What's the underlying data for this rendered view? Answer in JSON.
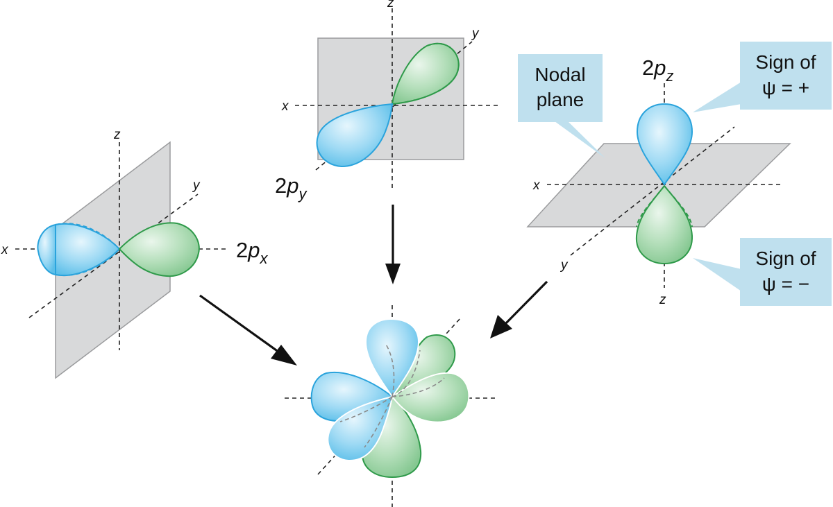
{
  "axes": {
    "x": "x",
    "y": "y",
    "z": "z"
  },
  "orbitals": {
    "px": {
      "main": "2",
      "p": "p",
      "sub": "x"
    },
    "py": {
      "main": "2",
      "p": "p",
      "sub": "y"
    },
    "pz": {
      "main": "2",
      "p": "p",
      "sub": "z"
    }
  },
  "callouts": {
    "nodal_plane": {
      "line1": "Nodal",
      "line2": "plane"
    },
    "sign_plus": {
      "line1": "Sign of",
      "line2": "ψ = +"
    },
    "sign_minus": {
      "line1": "Sign of",
      "line2": "ψ = −"
    }
  },
  "colors": {
    "positive_lobe": "#7fcdf0",
    "negative_lobe": "#a5d6ad",
    "plane": "#d8d9da",
    "callout": "#bfe0ee"
  }
}
